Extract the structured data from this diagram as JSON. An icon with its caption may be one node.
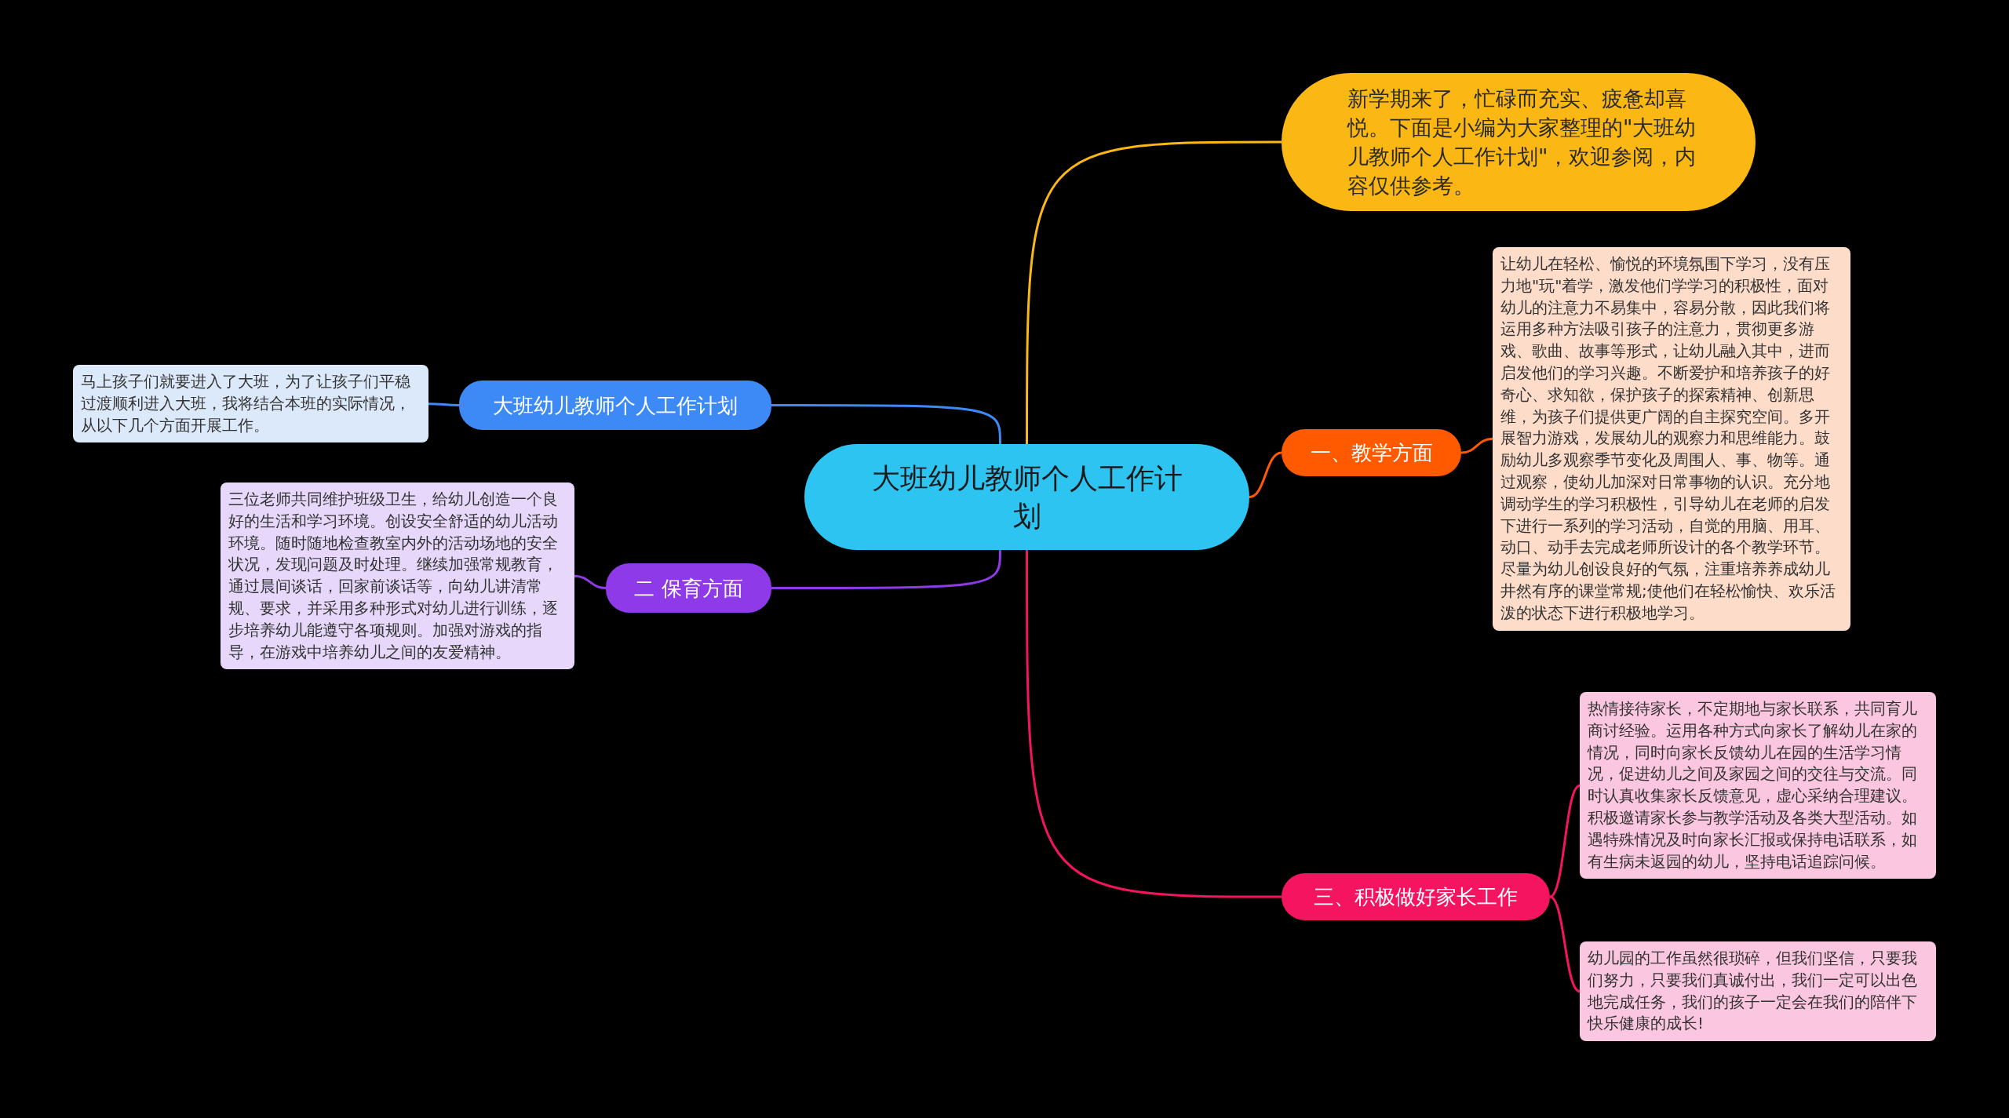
{
  "diagram": {
    "nodes": [
      {
        "text": [
          "大班幼儿教师个人工作计划"
        ]
      },
      {
        "text": [
          "新学期来了，忙碌而充实、疲惫却喜悦。下面是小编为大家整理的\"大班幼儿教师个人工作计划\"，欢迎参阅，内容仅供参考。"
        ]
      },
      {
        "text": [
          "一、教学方面"
        ]
      },
      {
        "text": [
          "让幼儿在轻松、愉悦的环境氛围下学习，没有压力地\"玩\"着学，激发他们学学习的积极性，面对幼儿的注意力不易集中，容易分散，因此我们将运用多种方法吸引孩子的注意力，贯彻更多游戏、歌曲、故事等形式，让幼儿融入其中，进而启发他们的学习兴趣。不断爱护和培养孩子的好奇心、求知欲，保护孩子的探索精神、创新思维，为孩子们提供更广阔的自主探究空间。多开展智力游戏，发展幼儿的观察力和思维能力。鼓励幼儿多观察季节变化及周围人、事、物等。通过观察，使幼儿加深对日常事物的认识。充分地调动学生的学习积极性，引导幼儿在老师的启发下进行一系列的学习活动，自觉的用脑、用耳、动口、动手去完成老师所设计的各个教学环节。尽量为幼儿创设良好的气氛，注重培养养成幼儿井然有序的课堂常规;使他们在轻松愉快、欢乐活泼的状态下进行积极地学习。"
        ]
      },
      {
        "text": [
          "三、积极做好家长工作"
        ]
      },
      {
        "text": [
          "热情接待家长，不定期地与家长联系，共同育儿商讨经验。运用各种方式向家长了解幼儿在家的情况，同时向家长反馈幼儿在园的生活学习情况，促进幼儿之间及家园之间的交往与交流。同时认真收集家长反馈意见，虚心采纳合理建议。积极邀请家长参与教学活动及各类大型活动。如遇特殊情况及时向家长汇报或保持电话联系，如有生病未返园的幼儿，坚持电话追踪问候。"
        ]
      },
      {
        "text": [
          "幼儿园的工作虽然很琐碎，但我们坚信，只要我们努力，只要我们真诚付出，我们一定可以出色地完成任务，我们的孩子一定会在我们的陪伴下快乐健康的成长!"
        ]
      },
      {
        "text": [
          "大班幼儿教师个人工作计划"
        ]
      },
      {
        "text": [
          "马上孩子们就要进入了大班，为了让孩子们平稳过渡顺利进入大班，我将结合本班的实际情况，从以下几个方面开展工作。"
        ]
      },
      {
        "text": [
          "二 保育方面"
        ]
      },
      {
        "text": [
          "三位老师共同维护班级卫生，给幼儿创造一个良好的生活和学习环境。创设安全舒适的幼儿活动环境。随时随地检查教室内外的活动场地的安全状况，发现问题及时处理。继续加强常规教育，通过晨间谈话，回家前谈话等，向幼儿讲清常规、要求，并采用多种形式对幼儿进行训练，逐步培养幼儿能遵守各项规则。加强对游戏的指导，在游戏中培养幼儿之间的友爱精神。"
        ]
      }
    ],
    "edges": [
      {
        "from": 0,
        "to": 1,
        "arrow": "none",
        "color": "#fbb714"
      },
      {
        "from": 0,
        "to": 2,
        "arrow": "none",
        "color": "#ff5a00"
      },
      {
        "from": 2,
        "to": 3,
        "arrow": "none",
        "color": "#ff5a00"
      },
      {
        "from": 0,
        "to": 4,
        "arrow": "none",
        "color": "#f5145f"
      },
      {
        "from": 4,
        "to": 5,
        "arrow": "none",
        "color": "#f5145f"
      },
      {
        "from": 4,
        "to": 6,
        "arrow": "none",
        "color": "#f5145f"
      },
      {
        "from": 0,
        "to": 7,
        "arrow": "none",
        "color": "#3d8af7"
      },
      {
        "from": 7,
        "to": 8,
        "arrow": "none",
        "color": "#3d8af7"
      },
      {
        "from": 0,
        "to": 9,
        "arrow": "none",
        "color": "#8f3ae8"
      },
      {
        "from": 9,
        "to": 10,
        "arrow": "none",
        "color": "#8f3ae8"
      }
    ]
  }
}
